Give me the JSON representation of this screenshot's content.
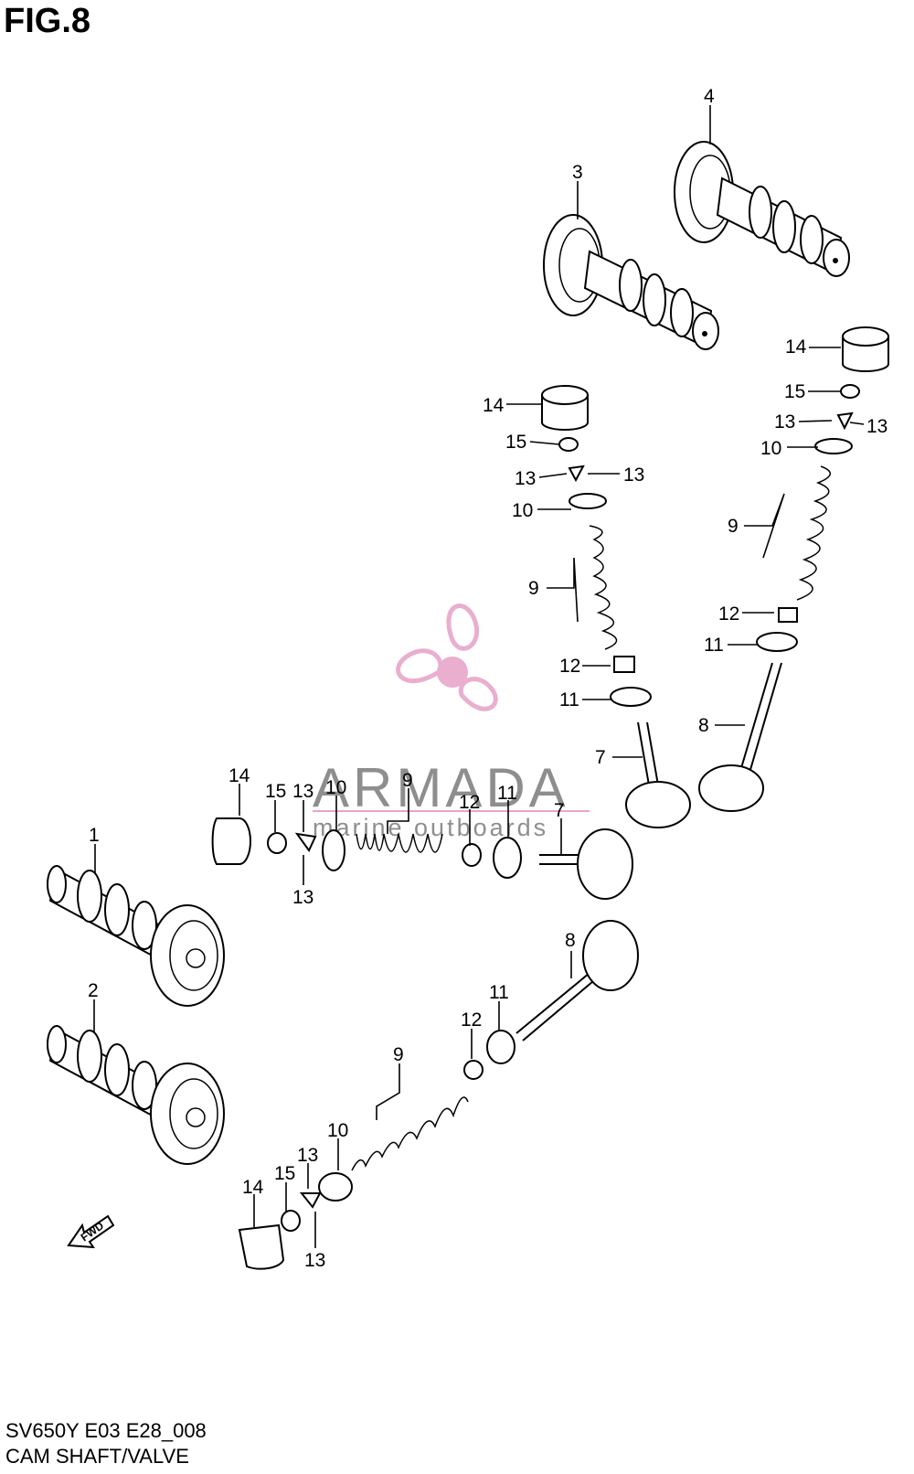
{
  "figure": {
    "title": "FIG.8"
  },
  "footer": {
    "code": "SV650Y E03 E28_008",
    "name": "CAM SHAFT/VALVE"
  },
  "watermark": {
    "brand": "ARMADA",
    "tagline": "marine outboards",
    "colors": {
      "logo": "#e8a6c9",
      "text": "#8e8e8e"
    }
  },
  "fwd_arrow": {
    "label": "FWD"
  },
  "callouts": {
    "c1": "1",
    "c2": "2",
    "c3": "3",
    "c4": "4",
    "c7a": "7",
    "c7b": "7",
    "c8a": "8",
    "c8b": "8",
    "c9a": "9",
    "c9b": "9",
    "c9c": "9",
    "c9d": "9",
    "c10a": "10",
    "c10b": "10",
    "c10c": "10",
    "c10d": "10",
    "c11a": "11",
    "c11b": "11",
    "c11c": "11",
    "c11d": "11",
    "c12a": "12",
    "c12b": "12",
    "c12c": "12",
    "c12d": "12",
    "c13a": "13",
    "c13b": "13",
    "c13c": "13",
    "c13d": "13",
    "c13e": "13",
    "c13f": "13",
    "c13g": "13",
    "c13h": "13",
    "c14a": "14",
    "c14b": "14",
    "c14c": "14",
    "c14d": "14",
    "c15a": "15",
    "c15b": "15",
    "c15c": "15",
    "c15d": "15"
  }
}
